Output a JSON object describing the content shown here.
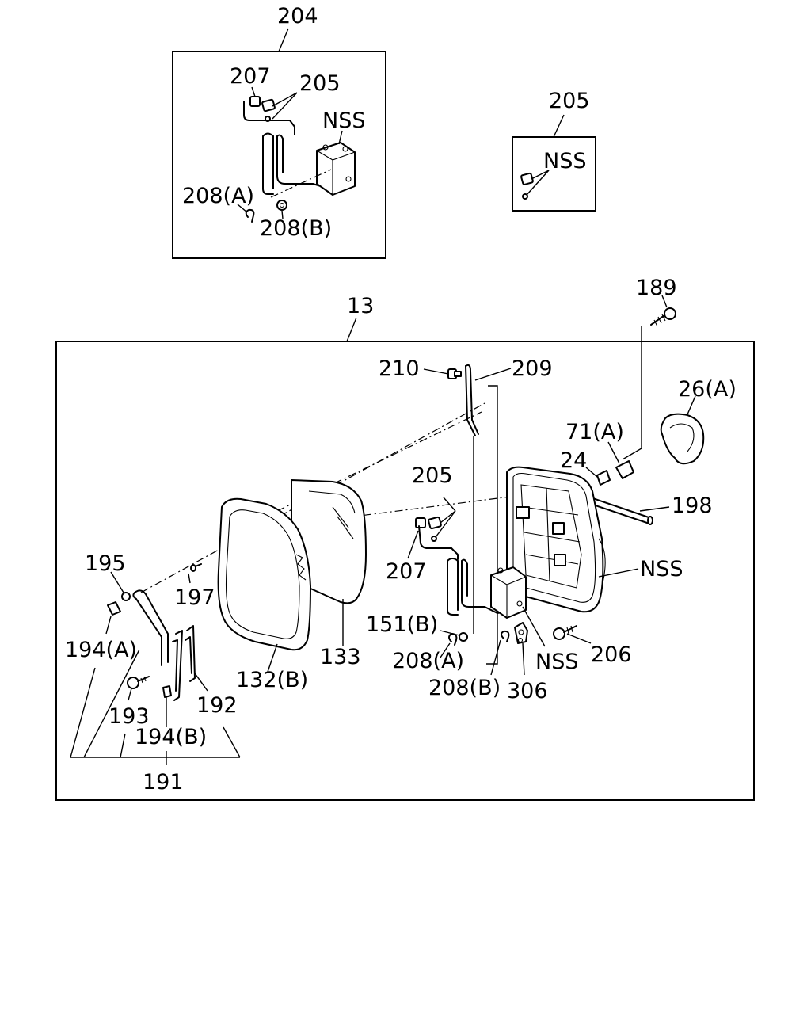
{
  "callouts": {
    "c204": "204",
    "c207_top": "207",
    "c205_top": "205",
    "nss_top": "NSS",
    "c208a_top": "208(A)",
    "c208b_top": "208(B)",
    "c205_box": "205",
    "nss_box": "NSS",
    "c13": "13",
    "c189": "189",
    "c210": "210",
    "c209": "209",
    "c26a": "26(A)",
    "c71a": "71(A)",
    "c24": "24",
    "c198": "198",
    "c205_main": "205",
    "nss_main": "NSS",
    "c207_main": "207",
    "c195": "195",
    "c197": "197",
    "c151b": "151(B)",
    "c194a": "194(A)",
    "c133": "133",
    "c208a_main": "208(A)",
    "c208b_main": "208(B)",
    "nss_bottom": "NSS",
    "c206": "206",
    "c306": "306",
    "c132b": "132(B)",
    "c193": "193",
    "c192": "192",
    "c194b": "194(B)",
    "c191": "191"
  }
}
